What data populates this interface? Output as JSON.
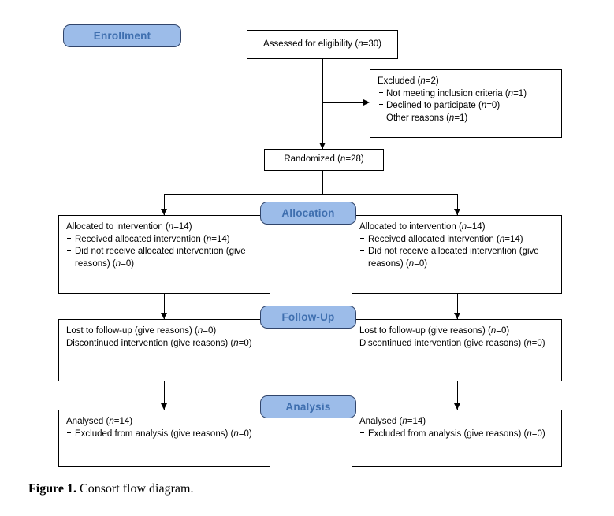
{
  "figure": {
    "caption_label": "Figure 1.",
    "caption_text": "Consort flow diagram."
  },
  "colors": {
    "badge_fill": "#9CBCE9",
    "badge_border": "#31456B",
    "badge_text": "#3F6FAF",
    "box_border": "#000000",
    "background": "#FFFFFF"
  },
  "stages": {
    "enrollment": "Enrollment",
    "allocation": "Allocation",
    "followup": "Follow-Up",
    "analysis": "Analysis"
  },
  "nodes": {
    "assessed": {
      "text": "Assessed for eligibility (",
      "n_label": "n",
      "n_value": "=30)"
    },
    "excluded": {
      "title": "Excluded  (",
      "title_n": "n",
      "title_value": "=2)",
      "items": [
        {
          "text": "Not meeting inclusion criteria (",
          "n": "n",
          "value": "=1)"
        },
        {
          "text": "Declined to participate (",
          "n": "n",
          "value": "=0)"
        },
        {
          "text": "Other reasons (",
          "n": "n",
          "value": "=1)"
        }
      ]
    },
    "randomized": {
      "text": "Randomized  (",
      "n_label": "n",
      "n_value": "=28)"
    },
    "allocation_left": {
      "title": "Allocated to intervention  (",
      "title_n": "n",
      "title_value": "=14)",
      "item1": "Received  allocated  intervention  (",
      "item1_n": "n",
      "item1_value": "=14)",
      "item2": "Did not receive  allocated intervention  (give reasons) (",
      "item2_n": "n",
      "item2_value": "=0)"
    },
    "allocation_right": {
      "title": "Allocated to intervention  (",
      "title_n": "n",
      "title_value": "=14)",
      "item1": "Received  allocated  intervention  (",
      "item1_n": "n",
      "item1_value": "=14)",
      "item2": "Did not receive  allocated intervention  (give reasons) (",
      "item2_n": "n",
      "item2_value": "=0)"
    },
    "followup_left": {
      "line1": "Lost to follow-up  (give  reasons) (",
      "line1_n": "n",
      "line1_value": "=0)",
      "line2": "Discontinued intervention  (give  reasons) (",
      "line2_n": "n",
      "line2_value": "=0)"
    },
    "followup_right": {
      "line1": "Lost to follow-up  (give  reasons) (",
      "line1_n": "n",
      "line1_value": "=0)",
      "line2": "Discontinued intervention  (give  reasons) (",
      "line2_n": "n",
      "line2_value": "=0)"
    },
    "analysis_left": {
      "title": "Analysed  (",
      "title_n": "n",
      "title_value": "=14)",
      "item1": "Excluded from analysis (give reasons) (",
      "item1_n": "n",
      "item1_value": "=0)"
    },
    "analysis_right": {
      "title": "Analysed  (",
      "title_n": "n",
      "title_value": "=14)",
      "item1": "Excluded from analysis (give reasons) (",
      "item1_n": "n",
      "item1_value": "=0)"
    }
  }
}
